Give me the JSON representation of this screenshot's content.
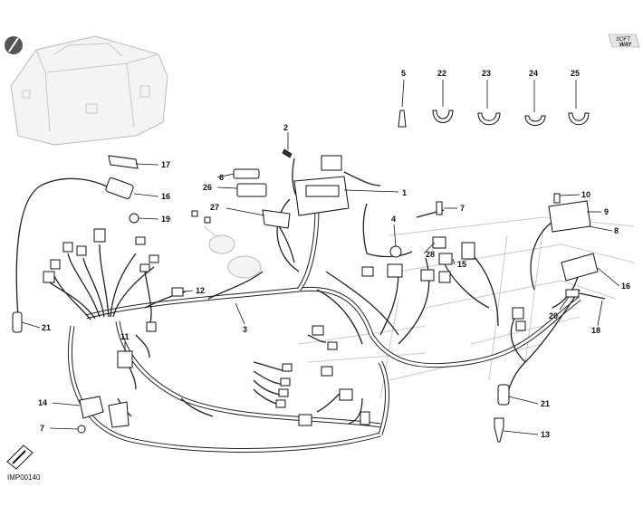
{
  "diagram": {
    "drawing_code": "IMP00140",
    "brand_mark_line1": "SOFT",
    "brand_mark_line2": "WAY",
    "callouts": [
      "1",
      "2",
      "3",
      "4",
      "5",
      "6",
      "7",
      "7",
      "8",
      "9",
      "10",
      "11",
      "12",
      "13",
      "14",
      "15",
      "16",
      "16",
      "17",
      "18",
      "19",
      "20",
      "21",
      "21",
      "22",
      "23",
      "24",
      "25",
      "26",
      "27",
      "28"
    ]
  },
  "colors": {
    "line": "#111111",
    "ghost": "#c8c8c8",
    "background": "#ffffff"
  },
  "icons": {
    "section_badge": "pen-circle-icon",
    "front_arrow": "front-direction-arrow-icon"
  }
}
